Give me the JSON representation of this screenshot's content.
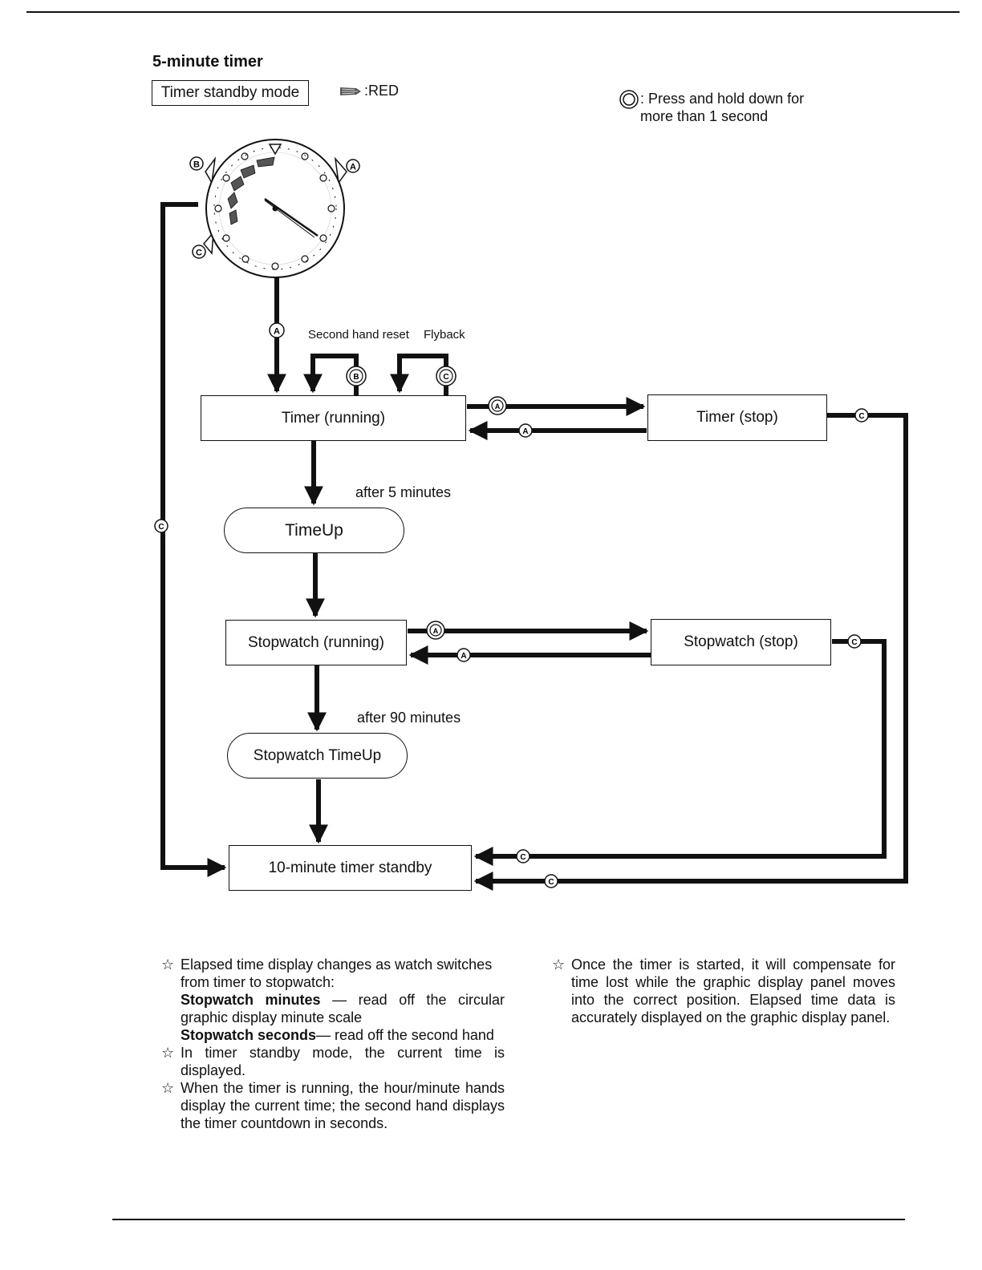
{
  "title": "5-minute timer",
  "mode_label": "Timer standby mode",
  "legend": {
    "red_label": ":RED",
    "hold_line1": ": Press and hold down for",
    "hold_line2": "more than 1 second"
  },
  "buttons": {
    "a": "A",
    "b": "B",
    "c": "C"
  },
  "labels": {
    "second_hand_reset": "Second hand reset",
    "flyback": "Flyback",
    "after_5": "after 5 minutes",
    "after_90": "after 90 minutes"
  },
  "states": {
    "timer_running": "Timer (running)",
    "timer_stop": "Timer (stop)",
    "timeup": "TimeUp",
    "stopwatch_running": "Stopwatch (running)",
    "stopwatch_stop": "Stopwatch (stop)",
    "stopwatch_timeup": "Stopwatch TimeUp",
    "standby_10": "10-minute timer standby"
  },
  "notes_left": {
    "n1_line1": "Elapsed time display changes as watch switches",
    "n1_line2": "from timer to stopwatch:",
    "n1_bold1": "Stopwatch minutes",
    "n1_text1": " — read off the circular graphic display minute scale",
    "n1_bold2": "Stopwatch seconds",
    "n1_text2": "— read off the second hand",
    "n2": "In timer standby mode, the current time is displayed.",
    "n3": "When the timer is running, the hour/minute hands display the current time; the second hand displays the timer countdown in seconds."
  },
  "notes_right": {
    "n1": "Once the timer is started, it will compensate for time lost while the graphic display panel moves into the correct position. Elapsed time data is accurately displayed on the graphic display panel."
  },
  "star_glyph": "☆",
  "colors": {
    "ink": "#111111",
    "red_marker": "#555555"
  }
}
